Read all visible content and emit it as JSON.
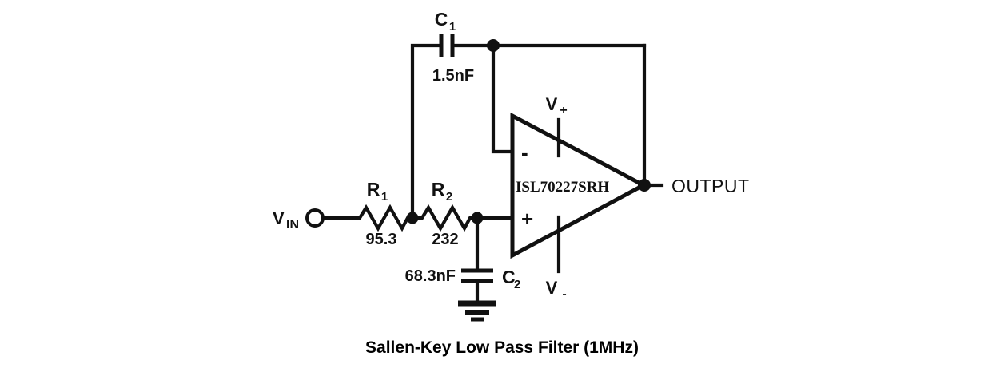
{
  "diagram": {
    "caption": "Sallen-Key Low Pass Filter (1MHz)",
    "type": "circuit-schematic"
  },
  "ports": {
    "input_label": "V",
    "input_sub": "IN",
    "output_label": "OUTPUT",
    "supply_pos_label": "V",
    "supply_pos_sub": "+",
    "supply_neg_label": "V",
    "supply_neg_sub": "-"
  },
  "opamp": {
    "part_number": "ISL70227SRH",
    "inverting_pin": "-",
    "noninverting_pin": "+"
  },
  "components": [
    {
      "ref": "R",
      "ref_sub": "1",
      "value": "95.3",
      "kind": "resistor"
    },
    {
      "ref": "R",
      "ref_sub": "2",
      "value": "232",
      "kind": "resistor"
    },
    {
      "ref": "C",
      "ref_sub": "1",
      "value": "1.5nF",
      "kind": "capacitor"
    },
    {
      "ref": "C",
      "ref_sub": "2",
      "value": "68.3nF",
      "kind": "capacitor"
    }
  ],
  "colors": {
    "ink": "#111111",
    "background": "#ffffff"
  }
}
